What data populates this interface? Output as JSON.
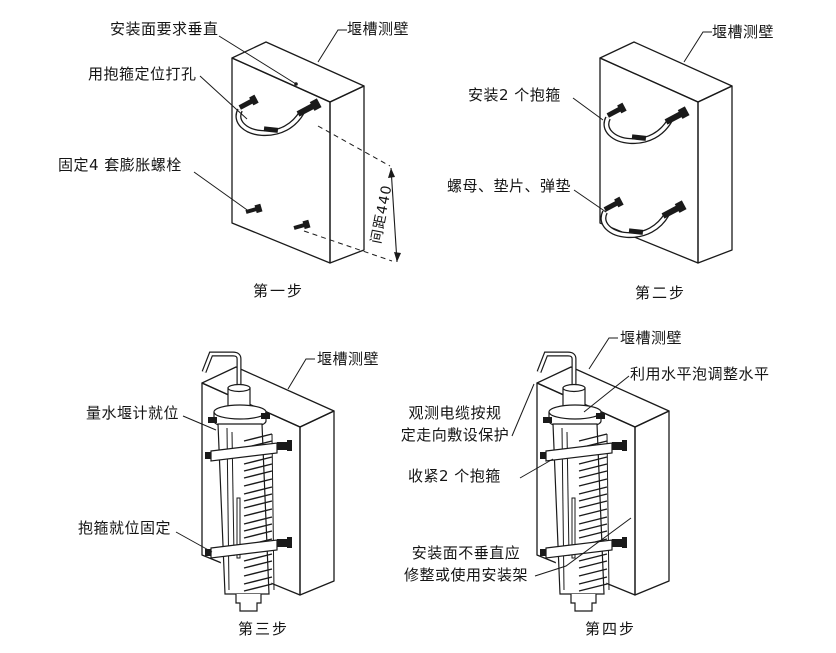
{
  "figure": {
    "type": "installation-steps-diagram",
    "subject": "量水堰计安装步骤",
    "line_color": "#1a1a1a",
    "background": "#ffffff"
  },
  "panels": [
    {
      "caption": "第一步",
      "labels": {
        "surface": "安装面要求垂直",
        "drill": "用抱箍定位打孔",
        "bolts": "固定4 套膨胀螺栓",
        "wall": "堰槽测壁",
        "dimension": "间距440"
      }
    },
    {
      "caption": "第二步",
      "labels": {
        "install_clamps": "安装2 个抱箍",
        "hardware": "螺母、垫片、弹垫",
        "wall": "堰槽测壁"
      }
    },
    {
      "caption": "第三步",
      "labels": {
        "gauge": "量水堰计就位",
        "clamp_fix": "抱箍就位固定",
        "wall": "堰槽测壁"
      }
    },
    {
      "caption": "第四步",
      "labels": {
        "wall": "堰槽测壁",
        "level": "利用水平泡调整水平",
        "cable_line1": "观测电缆按规",
        "cable_line2": "定走向敷设保护",
        "tighten": "收紧2 个抱箍",
        "surface_line1": "安装面不垂直应",
        "surface_line2": "修整或使用安装架"
      }
    }
  ]
}
